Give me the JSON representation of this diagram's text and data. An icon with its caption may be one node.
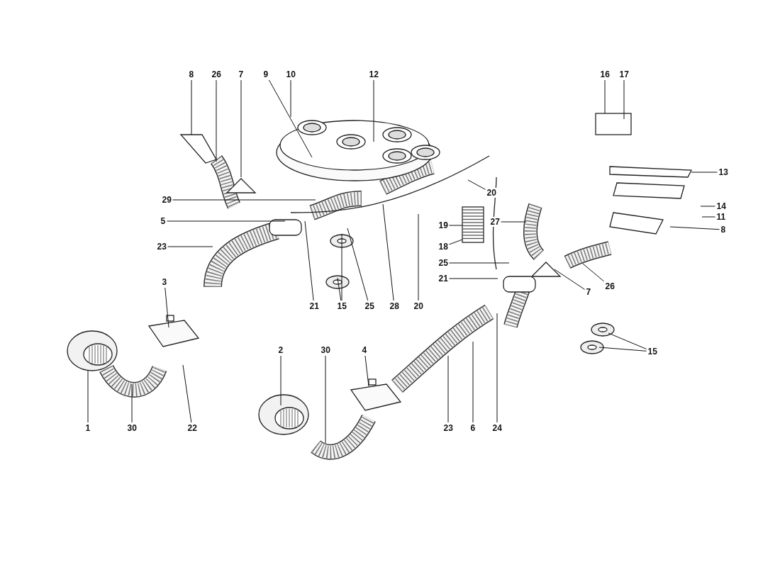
{
  "diagram": {
    "nodes": [
      {
        "text": [
          "8"
        ]
      },
      {
        "text": [
          "26"
        ]
      },
      {
        "text": [
          "7"
        ]
      },
      {
        "text": [
          "9"
        ]
      },
      {
        "text": [
          "10"
        ]
      },
      {
        "text": [
          "12"
        ]
      },
      {
        "text": [
          "16"
        ]
      },
      {
        "text": [
          "17"
        ]
      },
      {
        "text": [
          "13"
        ]
      },
      {
        "text": [
          "20"
        ]
      },
      {
        "text": [
          "29"
        ]
      },
      {
        "text": [
          "14"
        ]
      },
      {
        "text": [
          "11"
        ]
      },
      {
        "text": [
          "5"
        ]
      },
      {
        "text": [
          "8"
        ]
      },
      {
        "text": [
          "19"
        ]
      },
      {
        "text": [
          "27"
        ]
      },
      {
        "text": [
          "23"
        ]
      },
      {
        "text": [
          "18"
        ]
      },
      {
        "text": [
          "25"
        ]
      },
      {
        "text": [
          "21"
        ]
      },
      {
        "text": [
          "3"
        ]
      },
      {
        "text": [
          "26"
        ]
      },
      {
        "text": [
          "7"
        ]
      },
      {
        "text": [
          "21"
        ]
      },
      {
        "text": [
          "15"
        ]
      },
      {
        "text": [
          "25"
        ]
      },
      {
        "text": [
          "28"
        ]
      },
      {
        "text": [
          "20"
        ]
      },
      {
        "text": [
          "15"
        ]
      },
      {
        "text": [
          "2"
        ]
      },
      {
        "text": [
          "30"
        ]
      },
      {
        "text": [
          "4"
        ]
      },
      {
        "text": [
          "1"
        ]
      },
      {
        "text": [
          "30"
        ]
      },
      {
        "text": [
          "22"
        ]
      },
      {
        "text": [
          "23"
        ]
      },
      {
        "text": [
          "6"
        ]
      },
      {
        "text": [
          "24"
        ]
      }
    ],
    "edges": [
      {
        "from": 0,
        "to": null,
        "arrow": "none"
      },
      {
        "from": 1,
        "to": null,
        "arrow": "none"
      },
      {
        "from": 2,
        "to": null,
        "arrow": "none"
      },
      {
        "from": 3,
        "to": null,
        "arrow": "none"
      },
      {
        "from": 4,
        "to": null,
        "arrow": "none"
      },
      {
        "from": 5,
        "to": null,
        "arrow": "none"
      },
      {
        "from": 6,
        "to": null,
        "arrow": "none"
      },
      {
        "from": 7,
        "to": null,
        "arrow": "none"
      },
      {
        "from": 8,
        "to": null,
        "arrow": "none"
      },
      {
        "from": 9,
        "to": null,
        "arrow": "none"
      },
      {
        "from": 10,
        "to": null,
        "arrow": "none"
      },
      {
        "from": 11,
        "to": null,
        "arrow": "none"
      },
      {
        "from": 12,
        "to": null,
        "arrow": "none"
      },
      {
        "from": 13,
        "to": null,
        "arrow": "none"
      },
      {
        "from": 14,
        "to": null,
        "arrow": "none"
      },
      {
        "from": 15,
        "to": null,
        "arrow": "none"
      },
      {
        "from": 16,
        "to": null,
        "arrow": "none"
      },
      {
        "from": 17,
        "to": null,
        "arrow": "none"
      },
      {
        "from": 18,
        "to": null,
        "arrow": "none"
      },
      {
        "from": 19,
        "to": null,
        "arrow": "none"
      },
      {
        "from": 20,
        "to": null,
        "arrow": "none"
      },
      {
        "from": 21,
        "to": null,
        "arrow": "none"
      },
      {
        "from": 22,
        "to": null,
        "arrow": "none"
      },
      {
        "from": 23,
        "to": null,
        "arrow": "none"
      },
      {
        "from": 24,
        "to": null,
        "arrow": "none"
      },
      {
        "from": 25,
        "to": null,
        "arrow": "none"
      },
      {
        "from": 25,
        "to": null,
        "arrow": "none"
      },
      {
        "from": 26,
        "to": null,
        "arrow": "none"
      },
      {
        "from": 27,
        "to": null,
        "arrow": "none"
      },
      {
        "from": 28,
        "to": null,
        "arrow": "none"
      },
      {
        "from": 29,
        "to": null,
        "arrow": "none"
      },
      {
        "from": 29,
        "to": null,
        "arrow": "none"
      },
      {
        "from": 30,
        "to": null,
        "arrow": "none"
      },
      {
        "from": 31,
        "to": null,
        "arrow": "none"
      },
      {
        "from": 32,
        "to": null,
        "arrow": "none"
      },
      {
        "from": 33,
        "to": null,
        "arrow": "none"
      },
      {
        "from": 34,
        "to": null,
        "arrow": "none"
      },
      {
        "from": 35,
        "to": null,
        "arrow": "none"
      },
      {
        "from": 36,
        "to": null,
        "arrow": "none"
      },
      {
        "from": 37,
        "to": null,
        "arrow": "none"
      },
      {
        "from": 38,
        "to": null,
        "arrow": "none"
      }
    ]
  }
}
